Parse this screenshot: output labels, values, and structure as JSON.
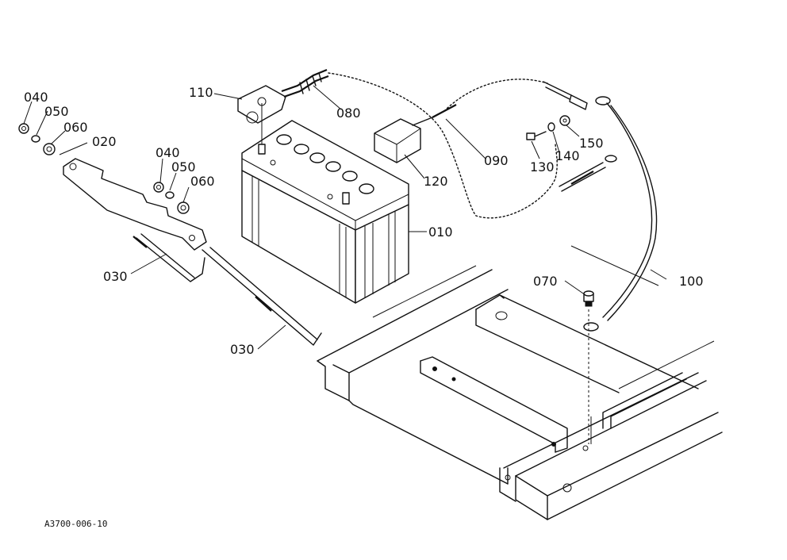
{
  "diagram": {
    "drawing_number": "A3700-006-10",
    "parts": [
      {
        "id": "p010",
        "label": "010"
      },
      {
        "id": "p020",
        "label": "020"
      },
      {
        "id": "p030a",
        "label": "030"
      },
      {
        "id": "p030b",
        "label": "030"
      },
      {
        "id": "p040a",
        "label": "040"
      },
      {
        "id": "p040b",
        "label": "040"
      },
      {
        "id": "p050a",
        "label": "050"
      },
      {
        "id": "p050b",
        "label": "050"
      },
      {
        "id": "p060a",
        "label": "060"
      },
      {
        "id": "p060b",
        "label": "060"
      },
      {
        "id": "p070",
        "label": "070"
      },
      {
        "id": "p080",
        "label": "080"
      },
      {
        "id": "p090",
        "label": "090"
      },
      {
        "id": "p100",
        "label": "100"
      },
      {
        "id": "p110",
        "label": "110"
      },
      {
        "id": "p120",
        "label": "120"
      },
      {
        "id": "p130",
        "label": "130"
      },
      {
        "id": "p140",
        "label": "140"
      },
      {
        "id": "p150",
        "label": "150"
      }
    ]
  }
}
